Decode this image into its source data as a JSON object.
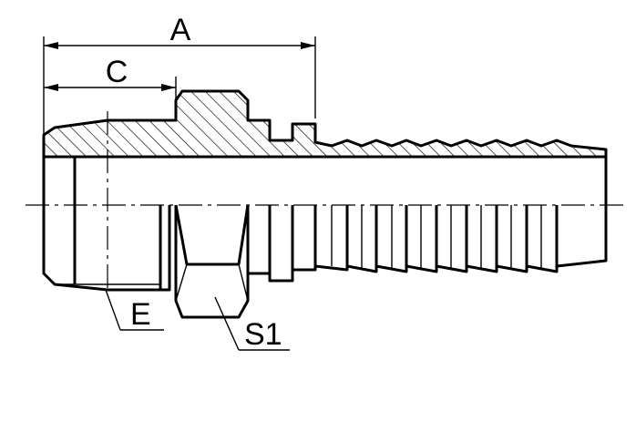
{
  "labels": {
    "dim_a": "A",
    "dim_c": "C",
    "thread_e": "E",
    "hex_s1": "S1"
  },
  "colors": {
    "line": "#000000",
    "background": "#ffffff"
  }
}
